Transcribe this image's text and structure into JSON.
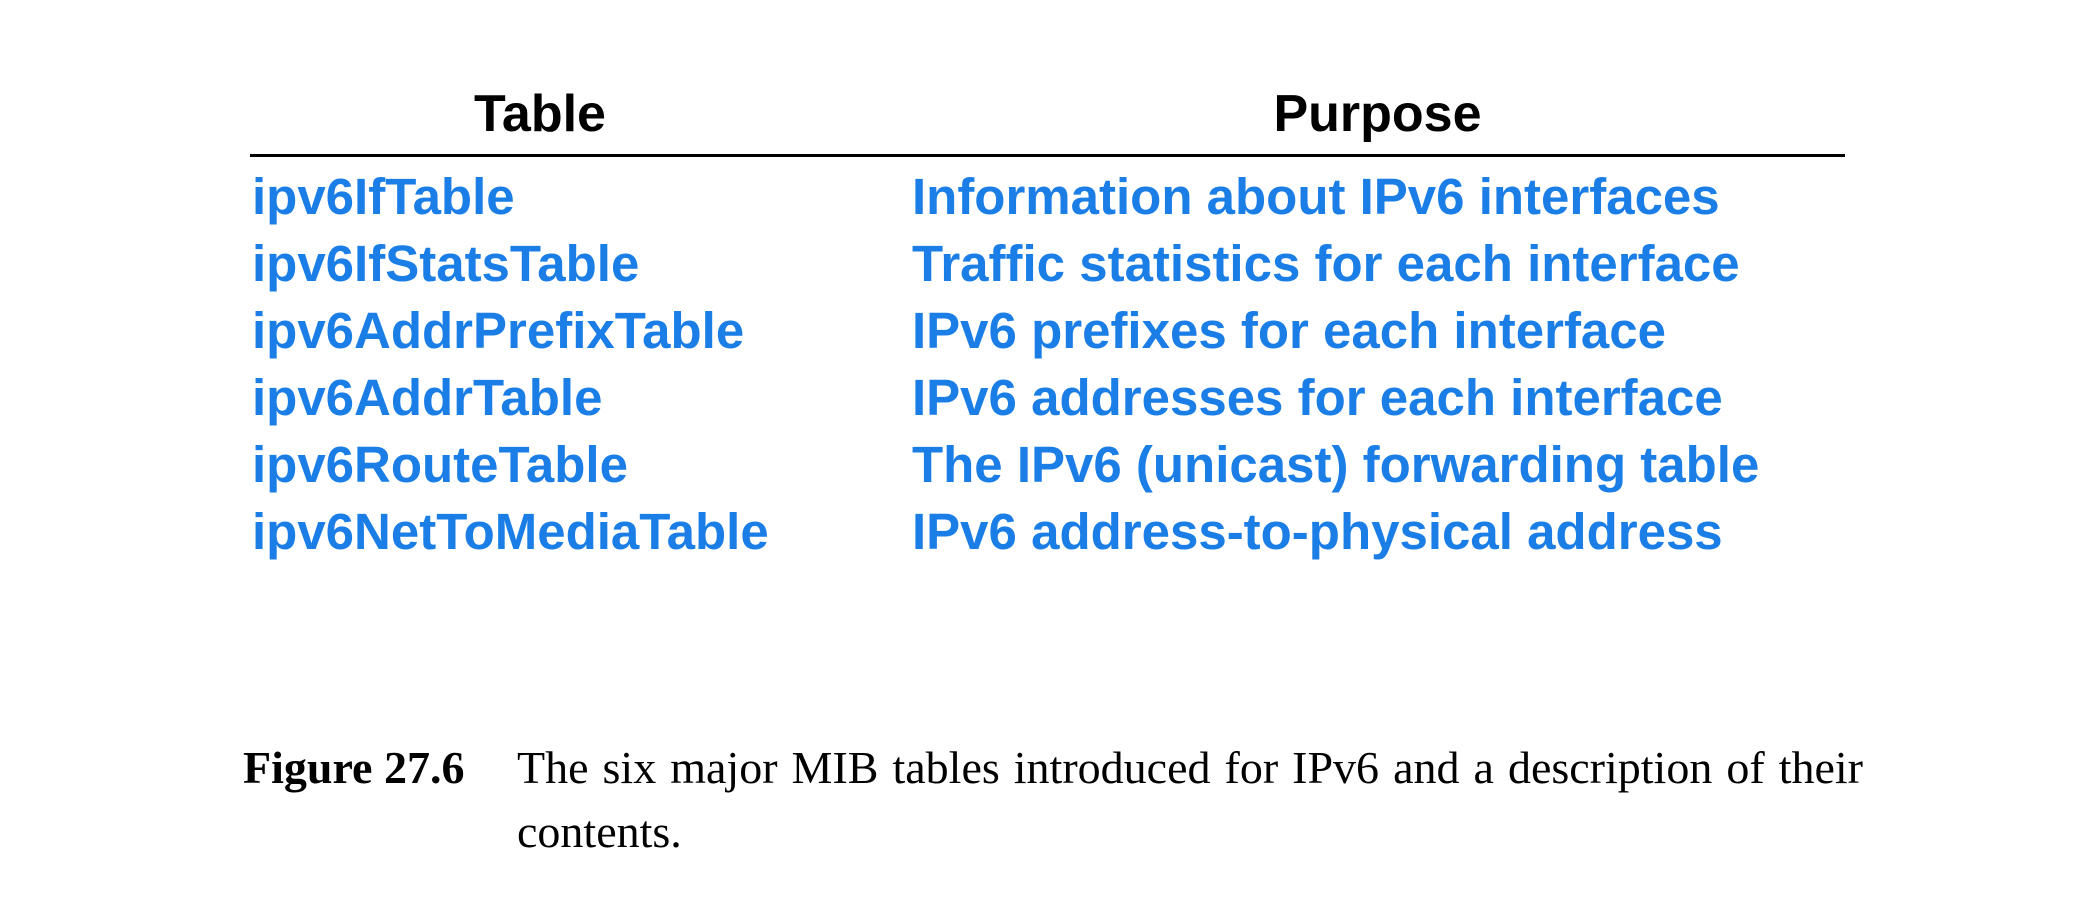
{
  "table": {
    "headers": [
      "Table",
      "Purpose"
    ],
    "rows": [
      {
        "table": "ipv6IfTable",
        "purpose": "Information about IPv6 interfaces"
      },
      {
        "table": "ipv6IfStatsTable",
        "purpose": "Traffic statistics for each interface"
      },
      {
        "table": "ipv6AddrPrefixTable",
        "purpose": "IPv6 prefixes for each interface"
      },
      {
        "table": "ipv6AddrTable",
        "purpose": "IPv6 addresses for each interface"
      },
      {
        "table": "ipv6RouteTable",
        "purpose": "The IPv6 (unicast) forwarding table"
      },
      {
        "table": "ipv6NetToMediaTable",
        "purpose": "IPv6 address-to-physical address"
      }
    ]
  },
  "caption": {
    "label": "Figure 27.6",
    "text": "The six major MIB tables introduced for IPv6 and a description of their contents."
  },
  "colors": {
    "entry_text": "#1a7ee6",
    "header_text": "#000000",
    "rule": "#000000"
  }
}
